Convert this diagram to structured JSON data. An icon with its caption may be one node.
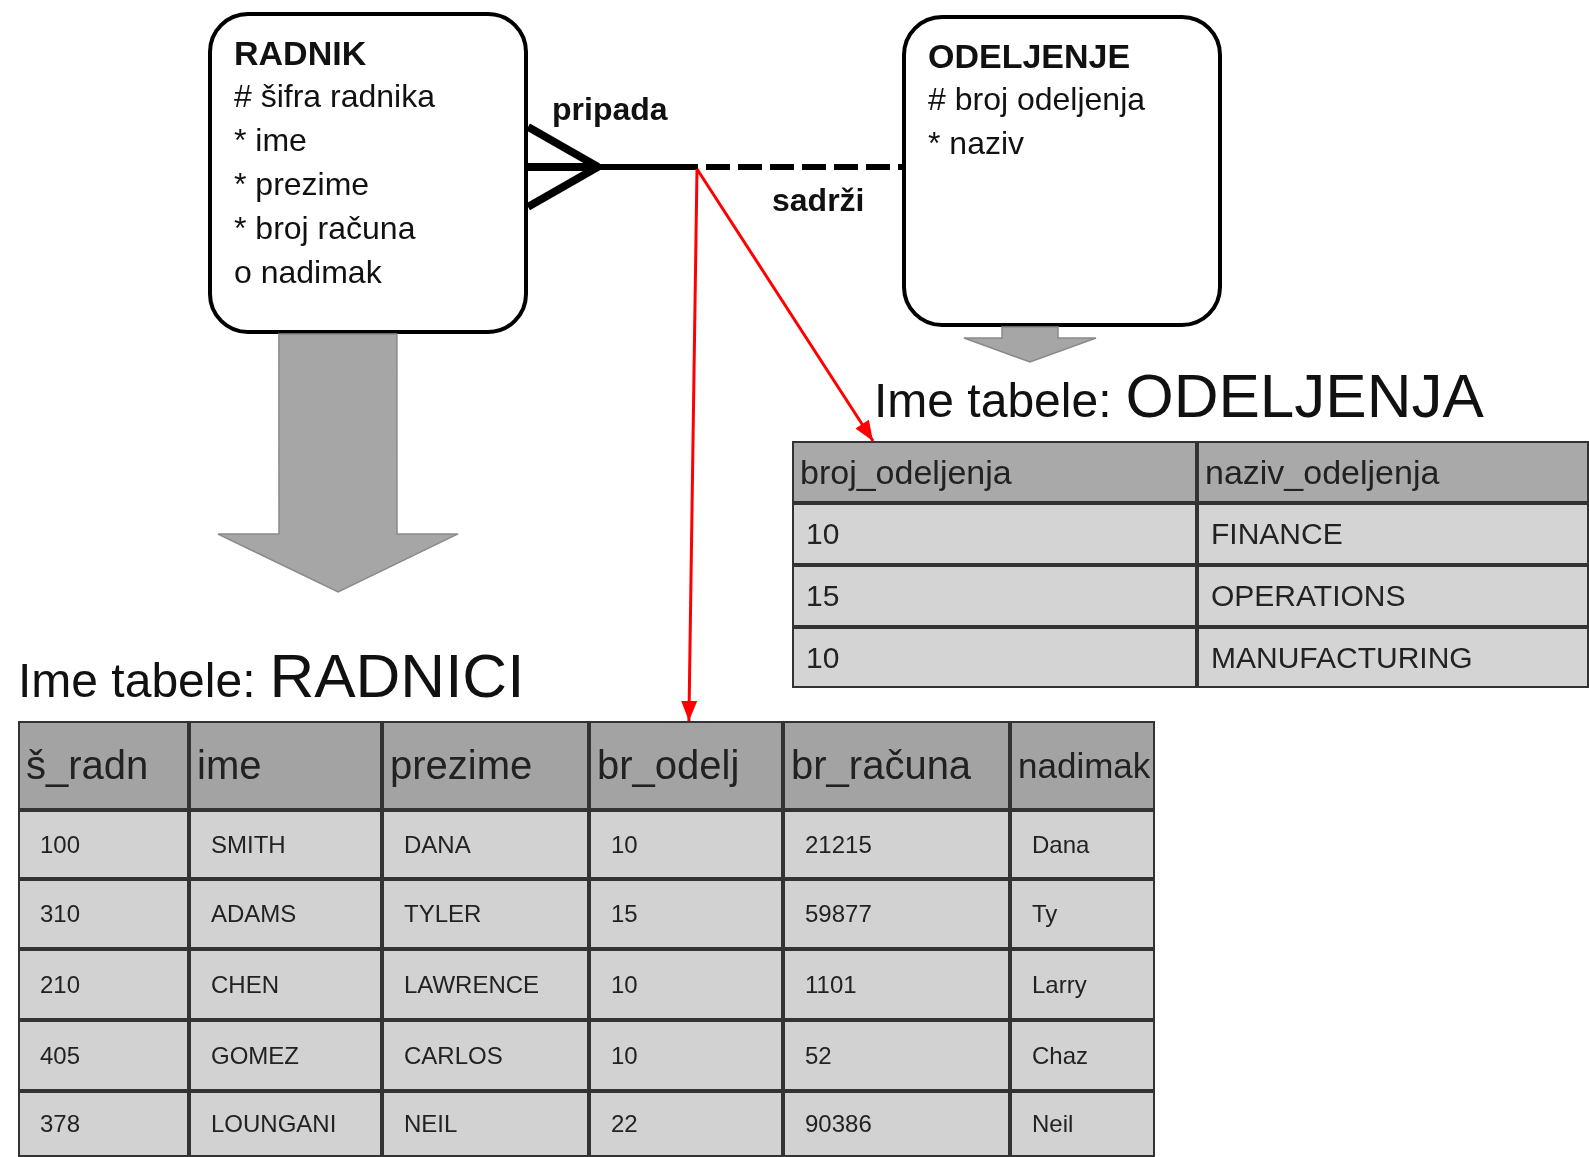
{
  "diagram": {
    "nodes": [
      {
        "text": [
          "RADNIK",
          "# šifra radnika",
          "* ime",
          "* prezime",
          "* broj računa",
          "o nadimak"
        ]
      },
      {
        "text": [
          "ODELJENJE",
          "# broj odeljenja",
          "*  naziv"
        ]
      },
      {
        "text": [
          "Ime tabele:",
          "ODELJENJA"
        ]
      },
      {
        "text": [
          "broj_odeljenja"
        ],
        "in": 2
      },
      {
        "text": [
          "Ime tabele:",
          "RADNICI"
        ]
      },
      {
        "text": [
          "br_odelj"
        ],
        "in": 4
      }
    ],
    "edges": [
      {
        "from": 0,
        "to": 1,
        "arrow": "other",
        "label": "pripada",
        "style": "dashed",
        "color": "#000000"
      },
      {
        "from": 0,
        "to": 4,
        "arrow": "to",
        "style": "thick",
        "color": "#a6a6a6"
      },
      {
        "from": 1,
        "to": 2,
        "arrow": "to",
        "style": "thick",
        "color": "#a6a6a6"
      },
      {
        "from": null,
        "to": 3,
        "arrow": "to",
        "color": "#ff0000"
      },
      {
        "from": null,
        "to": 5,
        "arrow": "to",
        "color": "#ff0000"
      }
    ],
    "labels": [
      "sadrži",
      "naziv_odeljenja",
      "10",
      "FINANCE",
      "15",
      "OPERATIONS",
      "10",
      "MANUFACTURING",
      "š_radn",
      "ime",
      "prezime",
      "br_računa",
      "nadimak",
      "100",
      "SMITH",
      "DANA",
      "10",
      "21215",
      "Dana",
      "310",
      "ADAMS",
      "TYLER",
      "15",
      "59877",
      "Ty",
      "210",
      "CHEN",
      "LAWRENCE",
      "10",
      "1101",
      "Larry",
      "405",
      "GOMEZ",
      "CARLOS",
      "10",
      "52",
      "Chaz",
      "378",
      "LOUNGANI",
      "NEIL",
      "22",
      "90386",
      "Neil"
    ]
  }
}
